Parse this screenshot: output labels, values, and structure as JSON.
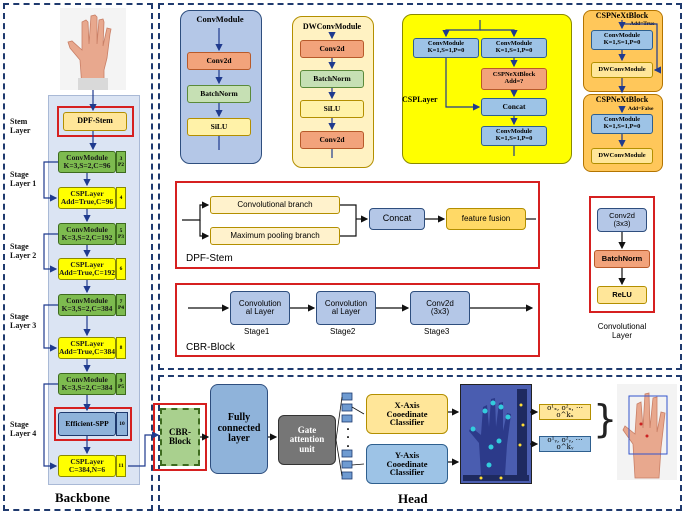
{
  "backbone": {
    "title": "Backbone",
    "stem_label": "Stem\nLayer",
    "stage1_label": "Stage\nLayer 1",
    "stage2_label": "Stage\nLayer 2",
    "stage3_label": "Stage\nLayer 3",
    "stage4_label": "Stage\nLayer 4",
    "dpf_stem": "DPF-Stem",
    "conv1": "ConvModule\nK=3,S=2,C=96",
    "conv1_tag": "3",
    "conv1_tag2": "P2",
    "csp1": "CSPLayer\nAdd=True,C=96",
    "csp1_tag": "4",
    "conv2": "ConvModule\nK=3,S=2,C=192",
    "conv2_tag": "5",
    "conv2_tag2": "P3",
    "csp2": "CSPLayer\nAdd=True,C=192",
    "csp2_tag": "6",
    "conv3": "ConvModule\nK=3,S=2,C=384",
    "conv3_tag": "7",
    "conv3_tag2": "P4",
    "csp3": "CSPLayer\nAdd=True,C=384",
    "csp3_tag": "8",
    "conv4": "ConvModule\nK=3,S=2,C=384",
    "conv4_tag": "9",
    "conv4_tag2": "P5",
    "spp": "Efficient-SPP",
    "spp_tag": "10",
    "csp4": "CSPLayer\nC=384,N=6",
    "csp4_tag": "11"
  },
  "convmodule": {
    "title": "ConvModule",
    "conv2d": "Conv2d",
    "batchnorm": "BatchNorm",
    "silu": "SiLU"
  },
  "dwconvmodule": {
    "title": "DWConvModule",
    "conv2d_a": "Conv2d",
    "batchnorm": "BatchNorm",
    "silu": "SiLU",
    "conv2d_b": "Conv2d"
  },
  "csplayer": {
    "side_label": "CSPLayer",
    "left_conv": "ConvModule\nK=1,S=1,P=0",
    "right_conv": "ConvModule\nK=1,S=1,P=0",
    "cspnext": "CSPNeXtBlock\nAdd=?",
    "concat": "Concat",
    "bottom_conv": "ConvModule\nK=1,S=1,P=0"
  },
  "cspnext_true": {
    "title": "CSPNeXtBlock",
    "add": "Add=True",
    "conv": "ConvModule\nK=1,S=1,P=0",
    "dwconv": "DWConvModule"
  },
  "cspnext_false": {
    "title": "CSPNeXtBlock",
    "add": "Add=False",
    "conv": "ConvModule\nK=1,S=1,P=0",
    "dwconv": "DWConvModule"
  },
  "dpf": {
    "label": "DPF-Stem",
    "conv_branch": "Convolutional branch",
    "pool_branch": "Maximum pooling branch",
    "concat": "Concat",
    "fusion": "feature fusion"
  },
  "cbr": {
    "label": "CBR-Block",
    "stage1_box": "Convolution\nal Layer",
    "stage1": "Stage1",
    "stage2_box": "Convolution\nal Layer",
    "stage2": "Stage2",
    "stage3_box": "Conv2d\n(3x3)",
    "stage3": "Stage3"
  },
  "conv_layer": {
    "conv": "Conv2d\n(3x3)",
    "bn": "BatchNorm",
    "relu": "ReLU",
    "caption": "Convolutional\nLayer"
  },
  "head": {
    "title": "Head",
    "cbr_block": "CBR-\nBlock",
    "fc": "Fully\nconnected\nlayer",
    "gate": "Gate\nattention\nunit",
    "x_classifier": "X-Axis\nCooedinate\nClassifier",
    "y_classifier": "Y-Axis\nCooedinate\nClassifier",
    "x_outputs": "o¹ₓ, o²ₓ, ⋯o^kₓ",
    "y_outputs": "o¹ᵧ, o²ᵧ, ⋯o^kᵧ",
    "dots": "·\n·\n·"
  }
}
